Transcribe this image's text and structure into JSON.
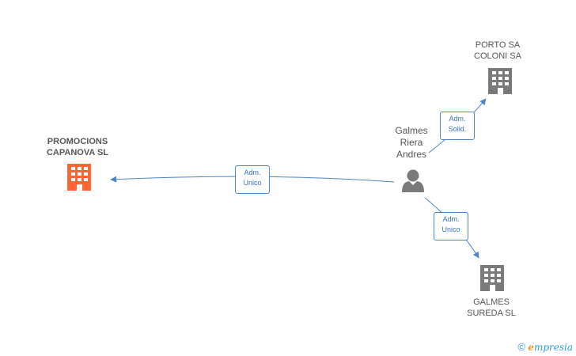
{
  "nodes": {
    "promocions": {
      "label_line1": "PROMOCIONS",
      "label_line2": "CAPANOVA SL",
      "color": "#ff6633"
    },
    "porto": {
      "label_line1": "PORTO SA",
      "label_line2": "COLONI SA",
      "color": "#7a7a7a"
    },
    "galmes_sl": {
      "label_line1": "GALMES",
      "label_line2": "SUREDA SL",
      "color": "#7a7a7a"
    },
    "person": {
      "label_line1": "Galmes",
      "label_line2": "Riera",
      "label_line3": "Andres",
      "color": "#7a7a7a"
    }
  },
  "edges": {
    "to_promocions": {
      "line1": "Adm.",
      "line2": "Unico"
    },
    "to_porto": {
      "line1": "Adm.",
      "line2": "Solid."
    },
    "to_galmes_sl": {
      "line1": "Adm.",
      "line2": "Unico"
    }
  },
  "colors": {
    "edge": "#4a86c8"
  },
  "footer": {
    "copyright": "©",
    "brand_initial": "e",
    "brand_rest": "mpresia"
  }
}
